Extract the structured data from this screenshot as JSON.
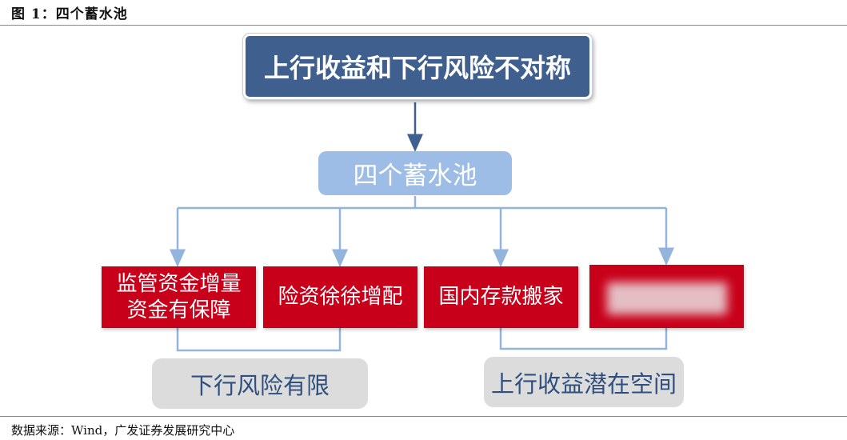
{
  "figure": {
    "title": "图 1：四个蓄水池",
    "source": "数据来源：Wind，广发证券发展研究中心"
  },
  "diagram": {
    "main": "上行收益和下行风险不对称",
    "pool": "四个蓄水池",
    "items": [
      {
        "line1": "监管资金增量",
        "line2": "资金有保障"
      },
      {
        "line1": "险资徐徐增配",
        "line2": ""
      },
      {
        "line1": "国内存款搬家",
        "line2": ""
      },
      {
        "line1": "",
        "line2": ""
      }
    ],
    "outcomes": [
      "下行风险有限",
      "上行收益潜在空间"
    ]
  },
  "colors": {
    "main_fill": "#3f5f8f",
    "pool_fill": "#9dbde6",
    "item_fill": "#c8001a",
    "outcome_fill": "#dcdcdc",
    "outcome_text": "#2f4f7f",
    "connector": "#93b4dc"
  }
}
